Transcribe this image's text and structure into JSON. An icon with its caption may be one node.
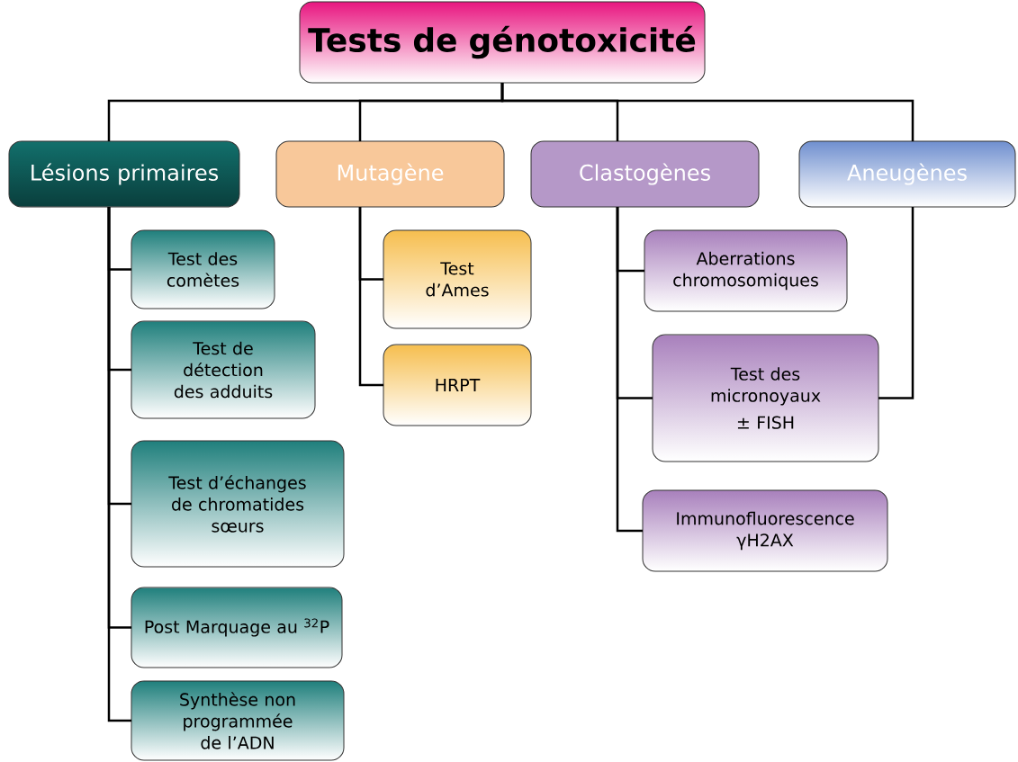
{
  "diagram": {
    "nodes": [
      {
        "text": [
          "Tests de génotoxicité"
        ]
      },
      {
        "text": [
          "Lésions primaires"
        ]
      },
      {
        "text": [
          "Mutagène"
        ]
      },
      {
        "text": [
          "Clastogènes"
        ]
      },
      {
        "text": [
          "Aneugènes"
        ]
      },
      {
        "text": [
          "Test des comètes"
        ]
      },
      {
        "text": [
          "Test de détection des adduits"
        ]
      },
      {
        "text": [
          "Test d’échanges de chromatides sœurs"
        ]
      },
      {
        "text": [
          "Post Marquage au $^{32}$P"
        ]
      },
      {
        "text": [
          "Synthèse non programmée de l’ADN"
        ]
      },
      {
        "text": [
          "Test d’Ames"
        ]
      },
      {
        "text": [
          "HRPT"
        ]
      },
      {
        "text": [
          "Aberrations chromosomiques"
        ]
      },
      {
        "text": [
          "Test des micronoyaux",
          "± FISH"
        ]
      },
      {
        "text": [
          "Immunofluorescence γH2AX"
        ]
      }
    ],
    "edges": [
      {
        "from": 0,
        "to": 1,
        "arrow": "none"
      },
      {
        "from": 0,
        "to": 2,
        "arrow": "none"
      },
      {
        "from": 0,
        "to": 3,
        "arrow": "none"
      },
      {
        "from": 0,
        "to": 4,
        "arrow": "none"
      },
      {
        "from": 1,
        "to": 5,
        "arrow": "none"
      },
      {
        "from": 1,
        "to": 6,
        "arrow": "none"
      },
      {
        "from": 1,
        "to": 7,
        "arrow": "none"
      },
      {
        "from": 1,
        "to": 8,
        "arrow": "none"
      },
      {
        "from": 1,
        "to": 9,
        "arrow": "none"
      },
      {
        "from": 2,
        "to": 10,
        "arrow": "none"
      },
      {
        "from": 2,
        "to": 11,
        "arrow": "none"
      },
      {
        "from": 3,
        "to": 12,
        "arrow": "none"
      },
      {
        "from": 3,
        "to": 13,
        "arrow": "none"
      },
      {
        "from": 3,
        "to": 14,
        "arrow": "none"
      },
      {
        "from": 4,
        "to": 13,
        "arrow": "none"
      }
    ]
  }
}
